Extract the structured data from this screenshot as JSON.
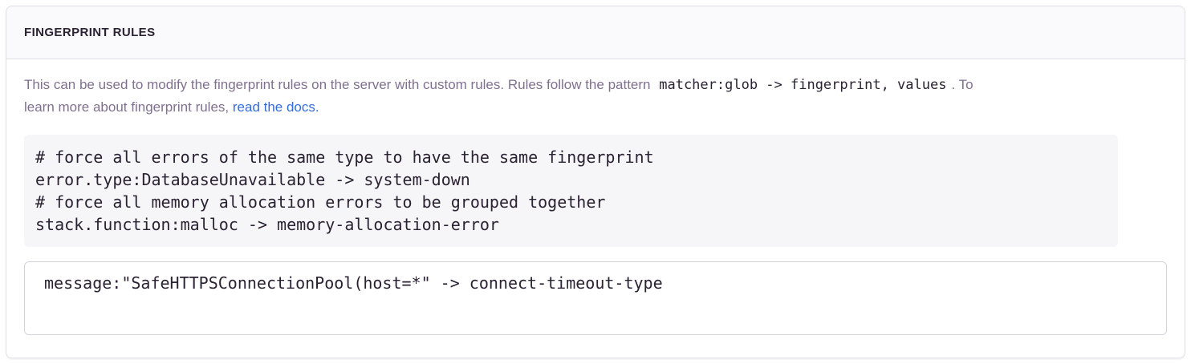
{
  "panel": {
    "header": {
      "title": "FINGERPRINT RULES"
    },
    "description": {
      "line1_text": "This can be used to modify the fingerprint rules on the server with custom rules. Rules follow the pattern",
      "inline_code": "matcher:glob -> fingerprint, values",
      "line1_suffix": ". To",
      "line2_text": "learn more about fingerprint rules,",
      "link_label": "read the docs."
    },
    "example_block": {
      "lines": [
        "# force all errors of the same type to have the same fingerprint",
        "error.type:DatabaseUnavailable -> system-down",
        "# force all memory allocation errors to be grouped together",
        "stack.function:malloc -> memory-allocation-error"
      ]
    },
    "rules_input": {
      "value": "message:\"SafeHTTPSConnectionPool(host=*\" -> connect-timeout-type"
    },
    "colors": {
      "panel_border": "#e0dce5",
      "header_background": "#faf9fb",
      "heading_text": "#2b2233",
      "description_text": "#80708f",
      "link": "#346ddb",
      "code_block_background": "#f6f6f8",
      "code_text": "#2b2233",
      "input_border": "#d6d0dc"
    }
  }
}
